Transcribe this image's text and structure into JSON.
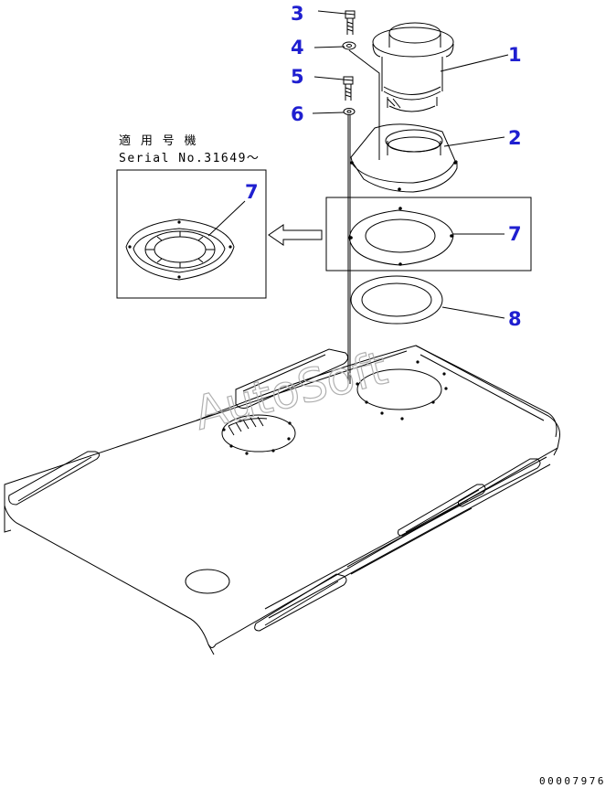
{
  "callouts": [
    {
      "id": "callout-3",
      "label": "3"
    },
    {
      "id": "callout-4",
      "label": "4"
    },
    {
      "id": "callout-5",
      "label": "5"
    },
    {
      "id": "callout-6",
      "label": "6"
    },
    {
      "id": "callout-1",
      "label": "1"
    },
    {
      "id": "callout-2",
      "label": "2"
    },
    {
      "id": "callout-7-inset",
      "label": "7"
    },
    {
      "id": "callout-7",
      "label": "7"
    },
    {
      "id": "callout-8",
      "label": "8"
    }
  ],
  "note": {
    "line1": "適 用 号 機",
    "line2": "Serial No.31649～"
  },
  "watermark": "AutoSoft",
  "document_number": "00007976",
  "colors": {
    "line": "#000000",
    "callout": "#1f1fd0",
    "watermark": "#b0b0b0"
  }
}
